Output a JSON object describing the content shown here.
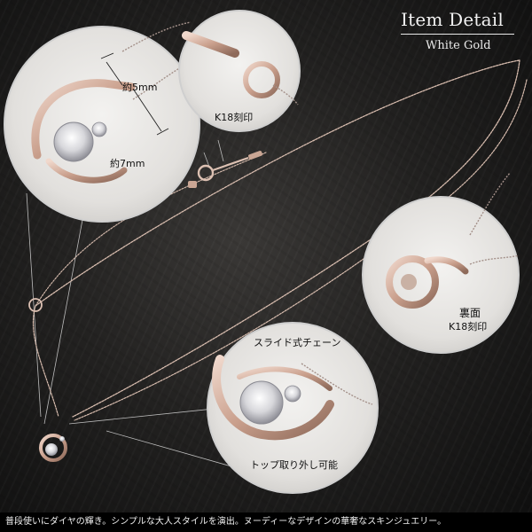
{
  "header": {
    "title": "Item Detail",
    "subtitle": "White Gold"
  },
  "callouts": {
    "size_5mm": "約5mm",
    "size_7mm": "約7mm",
    "clasp_stamp": "K18刻印",
    "back_label": "裏面",
    "back_stamp": "K18刻印",
    "slide_chain": "スライド式チェーン",
    "top_removable": "トップ取り外し可能"
  },
  "caption": "普段使いにダイヤの輝き。シンプルな大人スタイルを演出。ヌーディーなデザインの華奢なスキンジュエリー。",
  "colors": {
    "metal": "#d9b8a8",
    "metal_dark": "#9c7a6a",
    "lens_bg": "#e9e7e4",
    "header_text": "#f2f2f2",
    "caption_bg": "#000000"
  }
}
